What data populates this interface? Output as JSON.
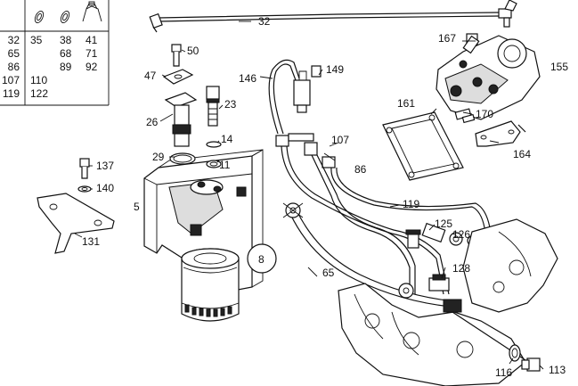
{
  "table": {
    "icons": [
      "washer-ring-icon",
      "washer-ring-icon",
      "hose-clamp-icon"
    ],
    "rows": [
      [
        "32",
        "35",
        "38",
        "41"
      ],
      [
        "65",
        "",
        "68",
        "71"
      ],
      [
        "86",
        "",
        "89",
        "92"
      ],
      [
        "107",
        "110",
        "",
        ""
      ],
      [
        "119",
        "122",
        "",
        ""
      ]
    ]
  },
  "callouts": {
    "c32": "32",
    "c50": "50",
    "c47": "47",
    "c26": "26",
    "c29": "29",
    "c23": "23",
    "c14": "14",
    "c11": "11",
    "c5": "5",
    "c8": "8",
    "c137": "137",
    "c140": "140",
    "c131": "131",
    "c146": "146",
    "c149": "149",
    "c107": "107",
    "c86": "86",
    "c119": "119",
    "c65": "65",
    "c125": "125",
    "c126": "126",
    "c128": "128",
    "c161": "161",
    "c167": "167",
    "c155": "155",
    "c170": "170",
    "c164": "164",
    "c116": "116",
    "c113": "113"
  }
}
